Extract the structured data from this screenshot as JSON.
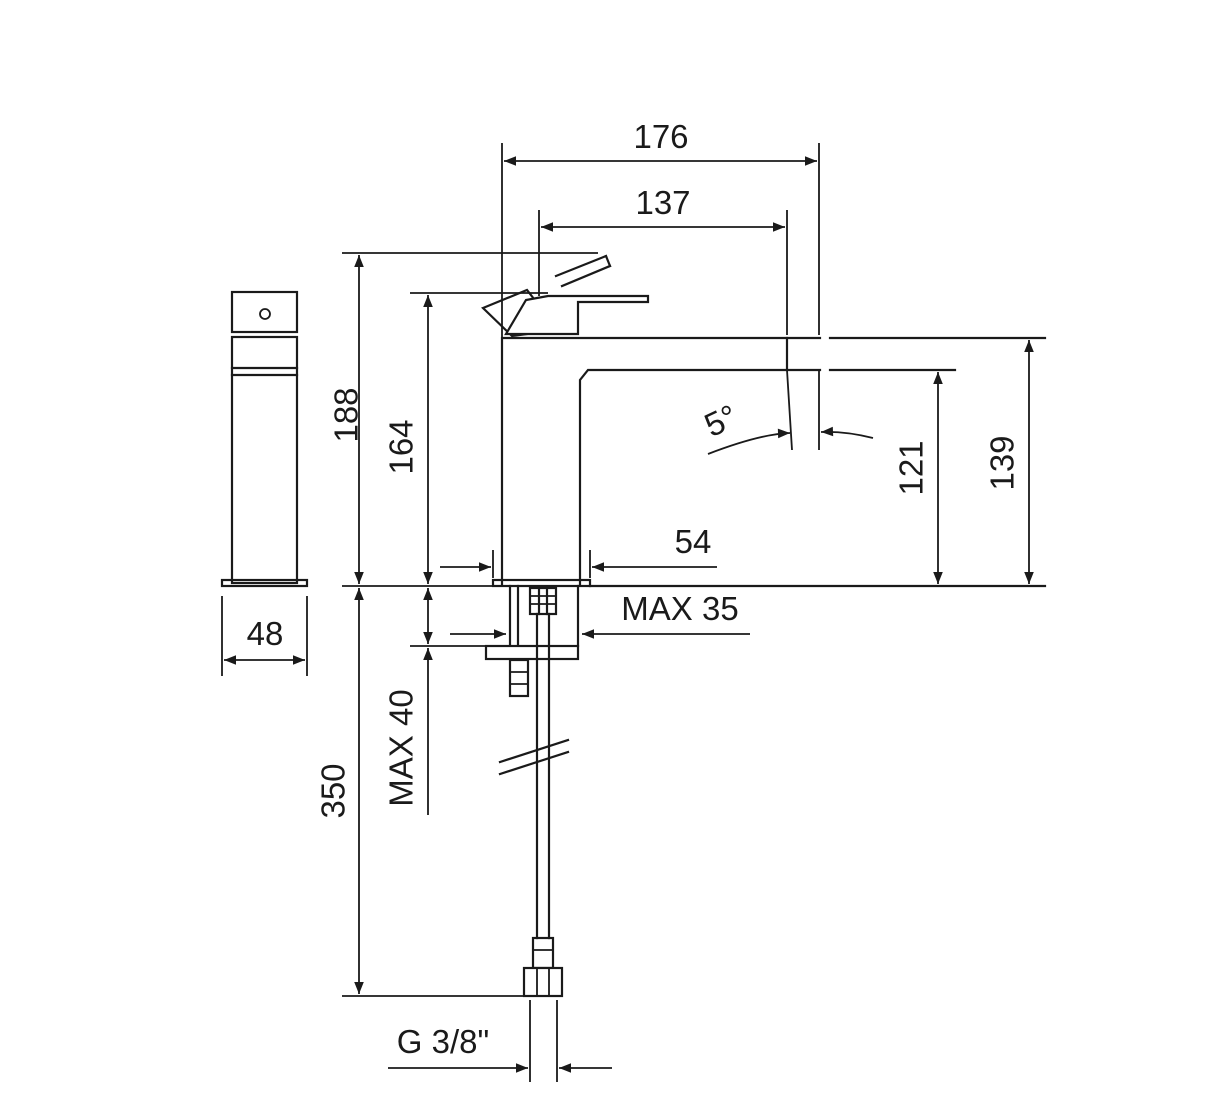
{
  "dimensions": {
    "total_length": "176",
    "spout_reach": "137",
    "total_height": "188",
    "lever_height": "164",
    "spout_angle": "5°",
    "spout_outlet_height": "121",
    "spout_top_height": "139",
    "base_offset": "54",
    "max_deck_thickness": "MAX 35",
    "max_hole": "MAX 40",
    "hose_length": "350",
    "connection_thread": "G 3/8\"",
    "side_width": "48"
  },
  "colors": {
    "line": "#1a1a1a",
    "background": "#ffffff"
  }
}
